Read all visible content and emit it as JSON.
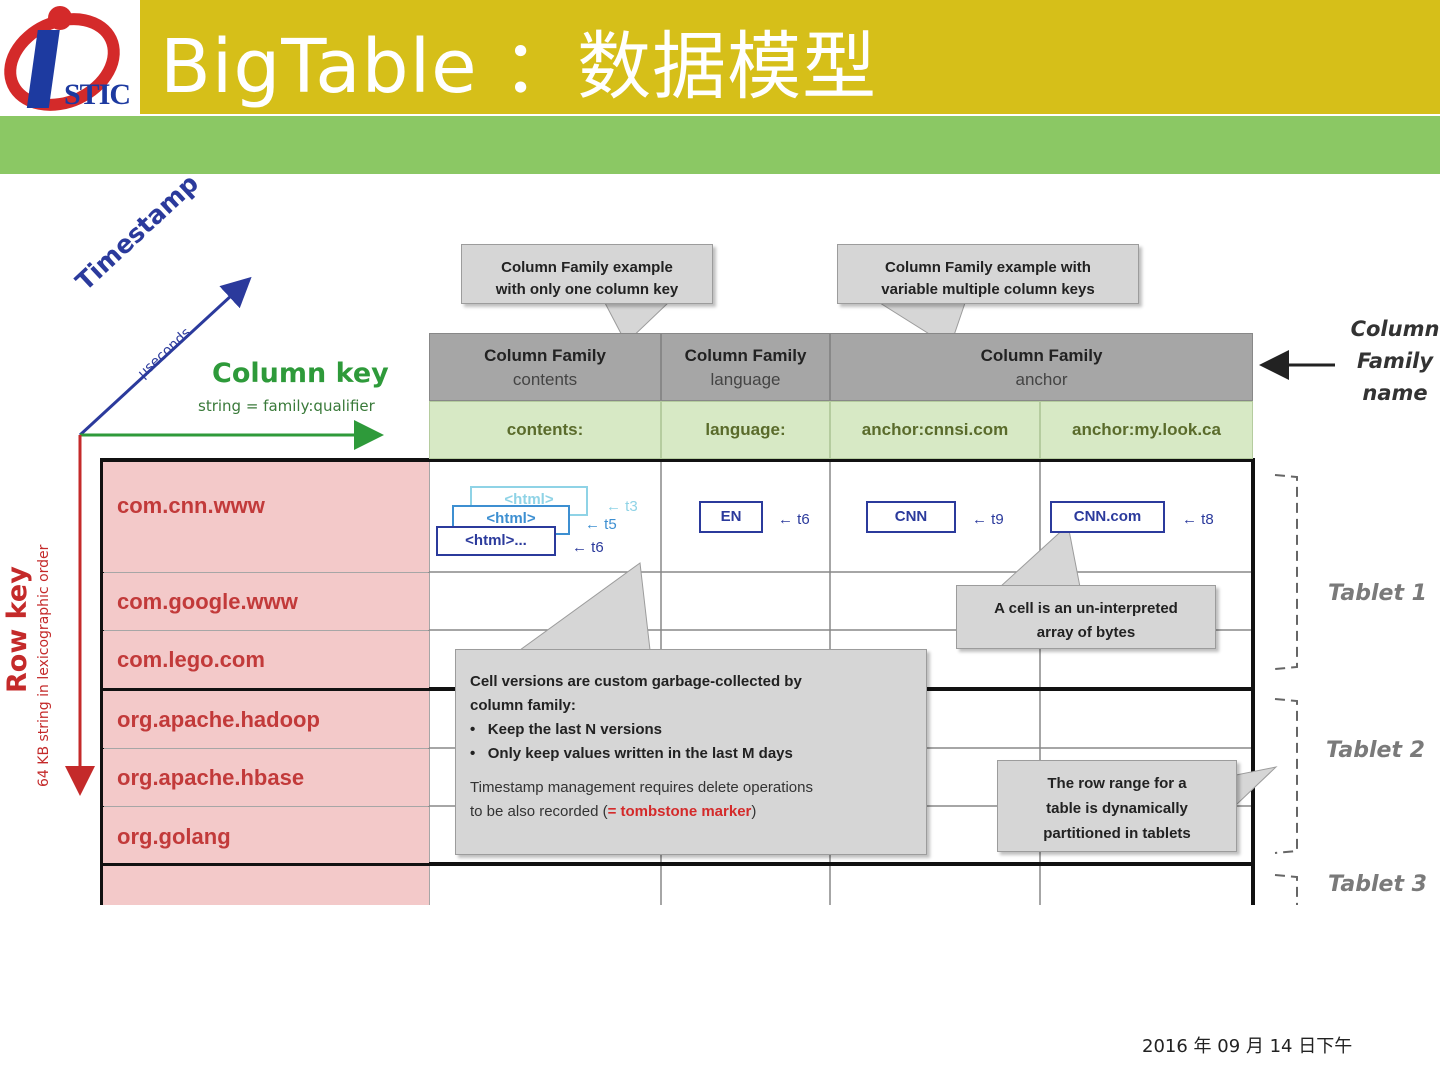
{
  "header": {
    "title": "BigTable ：数据模型",
    "logo_text": "STIC"
  },
  "diagram": {
    "axes": {
      "timestamp_label": "Timestamp",
      "timestamp_sub": "µseconds",
      "column_key_label": "Column key",
      "column_key_sub": "string = family:qualifier",
      "row_key_label": "Row key",
      "row_key_sub": "64 KB string in lexicographic order"
    },
    "callouts": {
      "cf_one": "Column Family example with only one column key",
      "cf_one_line1": "Column Family example",
      "cf_one_line2": "with only one column key",
      "cf_multi_line1": "Column Family example with",
      "cf_multi_line2": "variable multiple column keys",
      "cell_line1": "A cell is an un-interpreted",
      "cell_line2": "array of bytes",
      "gc_line1": "Cell versions are custom garbage-collected by",
      "gc_line2": "column family:",
      "gc_bullet1": "Keep the last N versions",
      "gc_bullet2": "Only keep values written in the last M days",
      "gc_line3": "Timestamp management requires delete operations",
      "gc_line4_prefix": "to be also recorded (",
      "gc_line4_marker": "= tombstone marker",
      "gc_line4_suffix": ")",
      "range_line1": "The row range for a",
      "range_line2": "table is dynamically",
      "range_line3": "partitioned in tablets"
    },
    "cf_name_label": [
      "Column",
      "Family",
      "name"
    ],
    "column_families": [
      {
        "title": "Column Family",
        "name": "contents"
      },
      {
        "title": "Column Family",
        "name": "language"
      },
      {
        "title": "Column Family",
        "name": "anchor"
      }
    ],
    "column_keys": [
      "contents:",
      "language:",
      "anchor:cnnsi.com",
      "anchor:my.look.ca"
    ],
    "row_keys": [
      "com.cnn.www",
      "com.google.www",
      "com.lego.com",
      "org.apache.hadoop",
      "org.apache.hbase",
      "org.golang"
    ],
    "cells": {
      "html_versions": [
        "<html>",
        "<html>",
        "<html>..."
      ],
      "html_timestamps": [
        "← t3",
        "← t5",
        "← t6"
      ],
      "language_value": "EN",
      "language_ts": "← t6",
      "anchor1_value": "CNN",
      "anchor1_ts": "← t9",
      "anchor2_value": "CNN.com",
      "anchor2_ts": "← t8"
    },
    "tablets": [
      "Tablet 1",
      "Tablet 2",
      "Tablet 3"
    ]
  },
  "footer": {
    "date": "2016 年 09 月 14 日下午"
  }
}
